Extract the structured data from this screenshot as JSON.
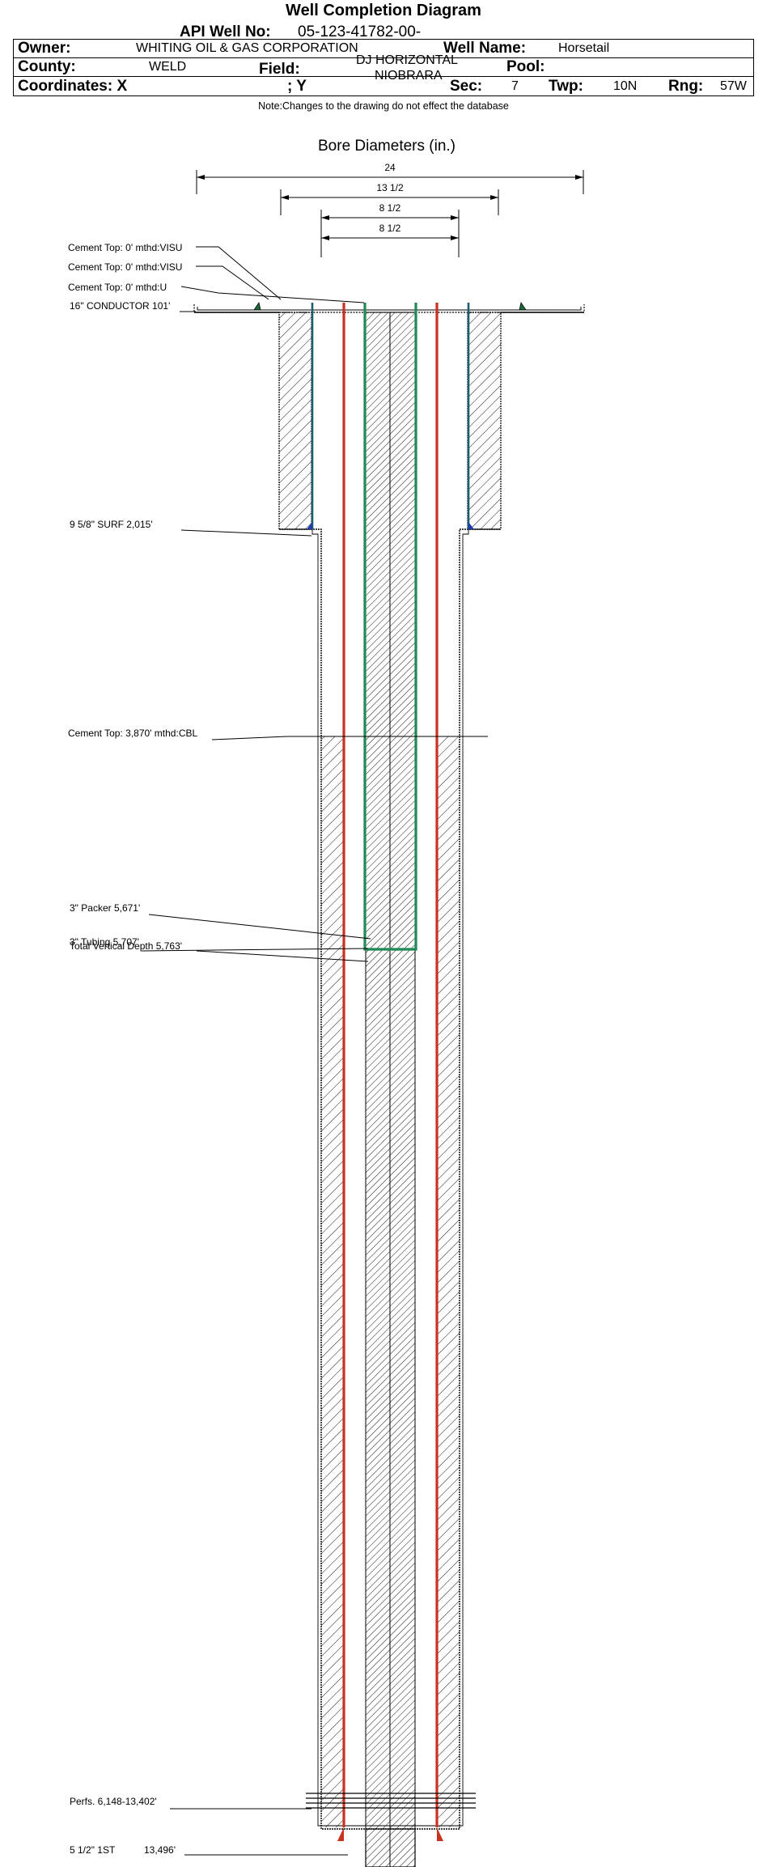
{
  "header": {
    "title": "Well Completion Diagram",
    "api_label": "API Well No:",
    "api_value": "05-123-41782-00-",
    "owner_label": "Owner:",
    "owner_value": "WHITING OIL & GAS CORPORATION",
    "well_name_label": "Well Name:",
    "well_name_value": "Horsetail",
    "county_label": "County:",
    "county_value": "WELD",
    "field_label": "Field:",
    "field_value_line1": "DJ HORIZONTAL",
    "field_value_line2": "NIOBRARA",
    "pool_label": "Pool:",
    "coord_label": "Coordinates: X",
    "y_label": "; Y",
    "sec_label": "Sec:",
    "sec_value": "7",
    "twp_label": "Twp:",
    "twp_value": "10N",
    "rng_label": "Rng:",
    "rng_value": "57W",
    "note": "Note:Changes to the drawing do not effect the database"
  },
  "diagram": {
    "bore_title": "Bore Diameters (in.)",
    "bore_dims": [
      "24",
      "13 1/2",
      "8 1/2",
      "8 1/2"
    ],
    "labels": {
      "cement_top_1": "Cement Top: 0' mthd:VISU",
      "cement_top_2": "Cement Top: 0' mthd:VISU",
      "cement_top_3": "Cement Top: 0' mthd:U",
      "conductor": "16\" CONDUCTOR  101'",
      "surface": "9 5/8\" SURF       2,015'",
      "cement_top_cbl": "Cement Top: 3,870' mthd:CBL",
      "packer": "3\" Packer 5,671'",
      "tubing": "3\" Tubing 5,707'",
      "tvd": "Total Vertical Depth 5,763'",
      "perfs": "Perfs. 6,148-13,402'",
      "production_name": "5 1/2\" 1ST",
      "production_depth": "13,496'"
    },
    "colors": {
      "casing_red": "#c8321e",
      "tubing_green": "#1f8a55",
      "surface_blue": "#1a5f6e",
      "shoe_blue": "#1f3bb0",
      "conductor_green": "#1d6a3a"
    }
  }
}
